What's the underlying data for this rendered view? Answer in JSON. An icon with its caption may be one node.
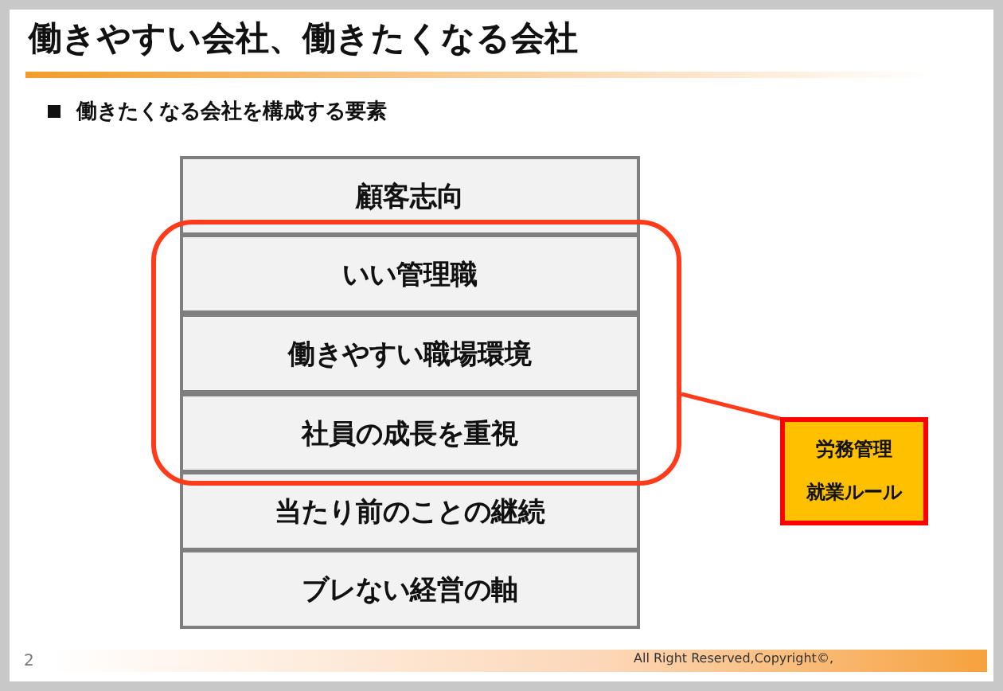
{
  "diagram": {
    "title": "働きやすい会社、働きたくなる会社",
    "nodes": [
      {
        "text": [
          "顧客志向"
        ]
      },
      {
        "text": [],
        "shape": "box"
      },
      {
        "text": [
          "いい管理職"
        ],
        "in": 1
      },
      {
        "text": [
          "働きやすい職場環境"
        ],
        "in": 1
      },
      {
        "text": [
          "社員の成長を重視"
        ],
        "in": 1
      },
      {
        "text": [
          "当たり前のことの継続"
        ]
      },
      {
        "text": [
          "ブレない経営の軸"
        ]
      },
      {
        "text": [
          "労務管理",
          "就業ルール"
        ]
      }
    ],
    "edges": [
      {
        "from": 1,
        "to": 7,
        "arrow": "none"
      }
    ],
    "labels": [
      "働きたくなる会社を構成する要素",
      "2",
      "All Right Reserved,Copyright©,"
    ]
  }
}
